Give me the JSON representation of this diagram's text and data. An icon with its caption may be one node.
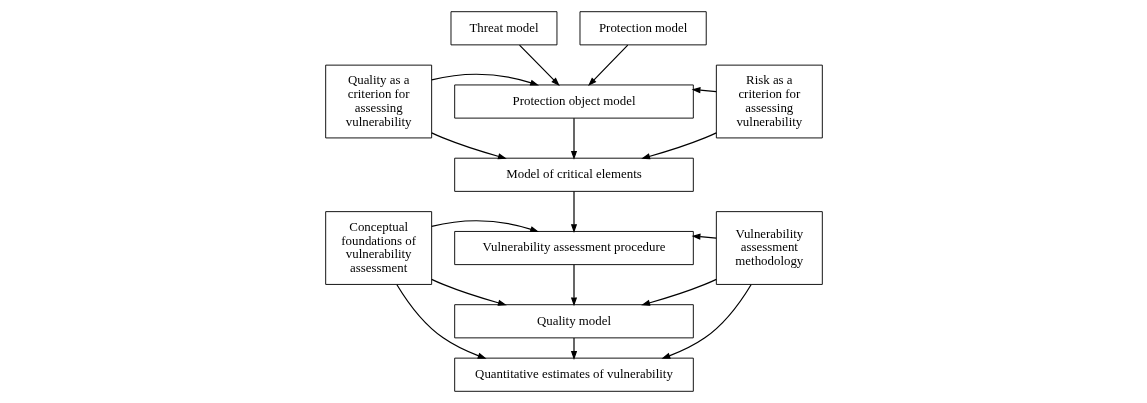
{
  "diagram": {
    "nodes": [
      {
        "text": [
          "Threat model"
        ]
      },
      {
        "text": [
          "Protection model"
        ]
      },
      {
        "text": [
          "Quality as a criterion for assessing vulnerability"
        ]
      },
      {
        "text": [
          "Protection object model"
        ]
      },
      {
        "text": [
          "Risk as a criterion for assessing vulnerability"
        ]
      },
      {
        "text": [
          "Model of critical elements"
        ]
      },
      {
        "text": [
          "Conceptual foundations of vulnerability assessment"
        ]
      },
      {
        "text": [
          "Vulnerability assessment procedure"
        ]
      },
      {
        "text": [
          "Vulnerability assessment methodology"
        ]
      },
      {
        "text": [
          "Quality model"
        ]
      },
      {
        "text": [
          "Quantitative estimates of vulnerability"
        ]
      }
    ],
    "edges": [
      {
        "from": 0,
        "to": 3,
        "arrow": "to"
      },
      {
        "from": 1,
        "to": 3,
        "arrow": "to"
      },
      {
        "from": 2,
        "to": 3,
        "arrow": "to"
      },
      {
        "from": 4,
        "to": 3,
        "arrow": "to"
      },
      {
        "from": 3,
        "to": 5,
        "arrow": "to"
      },
      {
        "from": 2,
        "to": 5,
        "arrow": "to"
      },
      {
        "from": 4,
        "to": 5,
        "arrow": "to"
      },
      {
        "from": 5,
        "to": 7,
        "arrow": "to"
      },
      {
        "from": 6,
        "to": 7,
        "arrow": "to"
      },
      {
        "from": 8,
        "to": 7,
        "arrow": "to"
      },
      {
        "from": 7,
        "to": 9,
        "arrow": "to"
      },
      {
        "from": 6,
        "to": 9,
        "arrow": "to"
      },
      {
        "from": 8,
        "to": 9,
        "arrow": "to"
      },
      {
        "from": 9,
        "to": 10,
        "arrow": "to"
      },
      {
        "from": 6,
        "to": 10,
        "arrow": "to"
      },
      {
        "from": 8,
        "to": 10,
        "arrow": "to"
      }
    ]
  }
}
